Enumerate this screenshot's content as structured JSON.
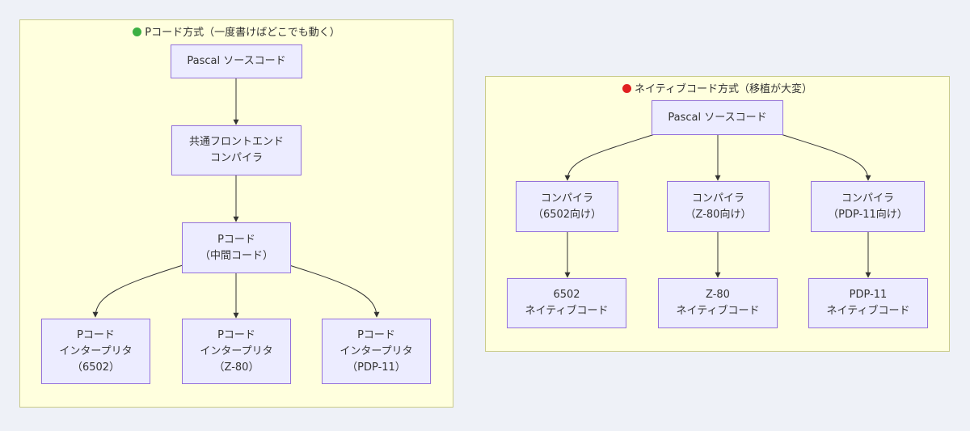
{
  "colors": {
    "background": "#eef1f7",
    "cluster_fill": "#ffffde",
    "cluster_border": "#c9cb8a",
    "node_fill": "#ececff",
    "node_border": "#9370db",
    "edge": "#333333",
    "green_dot": "#3cb043",
    "red_dot": "#e02020"
  },
  "pcode_cluster": {
    "title_icon": "green-circle-icon",
    "title": "Pコード方式（一度書けばどこでも動く）",
    "nodes": {
      "source": [
        "Pascal ソースコード"
      ],
      "frontend": [
        "共通フロントエンド",
        "コンパイラ"
      ],
      "pcode": [
        "Pコード",
        "（中間コード）"
      ],
      "interp_6502": [
        "Pコード",
        "インタープリタ",
        "（6502）"
      ],
      "interp_z80": [
        "Pコード",
        "インタープリタ",
        "（Z-80）"
      ],
      "interp_pdp11": [
        "Pコード",
        "インタープリタ",
        "（PDP-11）"
      ]
    }
  },
  "native_cluster": {
    "title_icon": "red-circle-icon",
    "title": "ネイティブコード方式（移植が大変）",
    "nodes": {
      "source": [
        "Pascal ソースコード"
      ],
      "compiler_6502": [
        "コンパイラ",
        "（6502向け）"
      ],
      "compiler_z80": [
        "コンパイラ",
        "（Z-80向け）"
      ],
      "compiler_pdp11": [
        "コンパイラ",
        "（PDP-11向け）"
      ],
      "native_6502": [
        "6502",
        "ネイティブコード"
      ],
      "native_z80": [
        "Z-80",
        "ネイティブコード"
      ],
      "native_pdp11": [
        "PDP-11",
        "ネイティブコード"
      ]
    }
  }
}
